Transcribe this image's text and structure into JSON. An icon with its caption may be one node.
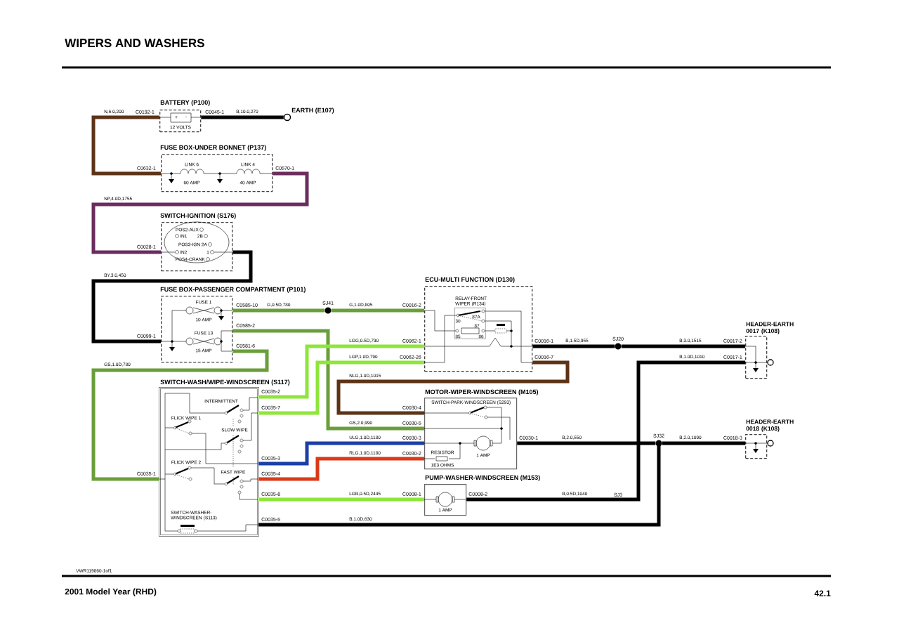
{
  "diagram": {
    "title": "WIPERS AND WASHERS",
    "nodes": [
      {
        "text": [
          "BATTERY (P100)",
          "+",
          "-",
          "12 VOLTS"
        ]
      },
      {
        "text": [
          "EARTH (E107)"
        ]
      },
      {
        "text": [
          "FUSE BOX-UNDER BONNET (P137)",
          "LINK 6",
          "60 AMP",
          "LINK 4",
          "40 AMP"
        ]
      },
      {
        "text": [
          "SWITCH-IGNITION (S176)",
          "POS2-AUX",
          "IN1",
          "2B",
          "POS3-IGN 2A",
          "IN2",
          "1",
          "POS4-CRANK"
        ]
      },
      {
        "text": [
          "FUSE BOX-PASSENGER COMPARTMENT (P101)",
          "FUSE 1",
          "10 AMP",
          "FUSE 13",
          "15 AMP"
        ]
      },
      {
        "text": [
          "ECU-MULTI FUNCTION (D130)"
        ]
      },
      {
        "text": [
          "RELAY-FRONT WIPER (R134)",
          "30",
          "87A",
          "87",
          "85",
          "86"
        ],
        "in": 5
      },
      {
        "text": [
          "SJ41"
        ]
      },
      {
        "text": [
          "HEADER-EARTH 0017 (K108)"
        ]
      },
      {
        "text": [
          "HEADER-EARTH 0018 (K108)"
        ]
      },
      {
        "text": [
          "SWITCH-WASH/WIPE-WINDSCREEN (S117)",
          "INTERMITTENT",
          "FLICK WIPE 1",
          "SLOW WIPE",
          "FLICK WIPE 2",
          "FAST WIPE"
        ]
      },
      {
        "text": [
          "SWITCH-WASHER-WINDSCREEN (S113)"
        ],
        "in": 10
      },
      {
        "text": [
          "MOTOR-WIPER-WINDSCREEN (M105)",
          "RESISTOR",
          "1E3 OHMS",
          "1 AMP"
        ]
      },
      {
        "text": [
          "SWITCH-PARK-WINDSCREEN (S293)"
        ],
        "in": 12
      },
      {
        "text": [
          "PUMP-WASHER-WINDSCREEN (M153)",
          "1 AMP"
        ]
      },
      {
        "text": [
          "SJ20"
        ]
      },
      {
        "text": [
          "SJ32"
        ]
      },
      {
        "text": [
          "SJ3"
        ]
      }
    ],
    "edges": [
      {
        "from": 0,
        "to": 2,
        "arrow": "none",
        "label": "N,6.0,200",
        "color": "#5c3317"
      },
      {
        "from": 0,
        "to": 1,
        "arrow": "none",
        "label": "B,10.0,270"
      },
      {
        "from": 2,
        "to": 3,
        "arrow": "none",
        "label": "NP,4.0D,1755",
        "color": "#6b2c5e"
      },
      {
        "from": 3,
        "to": 4,
        "arrow": "none",
        "label": "BY,3.0,450"
      },
      {
        "from": 4,
        "to": 7,
        "arrow": "none",
        "label": "G,0.5D,780",
        "color": "#6a9e3a"
      },
      {
        "from": 7,
        "to": 5,
        "arrow": "none",
        "label": "G,1.0D,805",
        "color": "#6a9e3a"
      },
      {
        "from": 4,
        "to": 12,
        "arrow": "none",
        "label": "GS,2.0,990",
        "color": "#6a9e3a"
      },
      {
        "from": 4,
        "to": 10,
        "arrow": "none",
        "label": "GS,1.0D,780",
        "color": "#6a9e3a"
      },
      {
        "from": 10,
        "to": 5,
        "arrow": "none",
        "label": "LGG,0.5D,790",
        "color": "#8ee63a"
      },
      {
        "from": 10,
        "to": 5,
        "arrow": "none",
        "label": "LGP,1.0D,790",
        "color": "#8ee63a"
      },
      {
        "from": 5,
        "to": 15,
        "arrow": "none",
        "label": "B,1.5D,955"
      },
      {
        "from": 15,
        "to": 8,
        "arrow": "none",
        "label": "B,3.0,1515"
      },
      {
        "from": 5,
        "to": 12,
        "arrow": "none",
        "label": "NLG,1.0D,1015",
        "color": "#5c3317"
      },
      {
        "from": 10,
        "to": 12,
        "arrow": "none",
        "label": "ULG,1.0D,1180",
        "color": "#1c3fa6"
      },
      {
        "from": 10,
        "to": 12,
        "arrow": "none",
        "label": "RLG,1.0D,1180",
        "color": "#d93a1a"
      },
      {
        "from": 12,
        "to": 16,
        "arrow": "none",
        "label": "B,2.0,550"
      },
      {
        "from": 16,
        "to": 9,
        "arrow": "none",
        "label": "B,2.0,1090"
      },
      {
        "from": 10,
        "to": 14,
        "arrow": "none",
        "label": "LGB,0.5D,2445",
        "color": "#8ee63a"
      },
      {
        "from": 14,
        "to": 17,
        "arrow": "none",
        "label": "B,0.5D,1040"
      },
      {
        "from": 17,
        "to": 8,
        "arrow": "none",
        "label": "B,1.0D,1010"
      },
      {
        "from": 10,
        "to": 16,
        "arrow": "none",
        "label": "B,1.0D,630"
      }
    ],
    "labels": [
      "C0192-1",
      "C0045-1",
      "C0632-1",
      "C0570-1",
      "C0028-1",
      "C0099-1",
      "C0585-10",
      "C0585-2",
      "C0581-6",
      "C0016-2",
      "C0062-1",
      "C0062-26",
      "C0016-1",
      "C0016-7",
      "C0017-2",
      "C0017-1",
      "C0018-3",
      "C0035-2",
      "C0035-7",
      "C0035-1",
      "C0035-3",
      "C0035-4",
      "C0035-8",
      "C0035-5",
      "C0030-4",
      "C0030-5",
      "C0030-3",
      "C0030-2",
      "C0030-1",
      "C0008-1",
      "C0008-2",
      "VWR119860-1of1",
      "2001 Model Year (RHD)",
      "42.1"
    ]
  }
}
